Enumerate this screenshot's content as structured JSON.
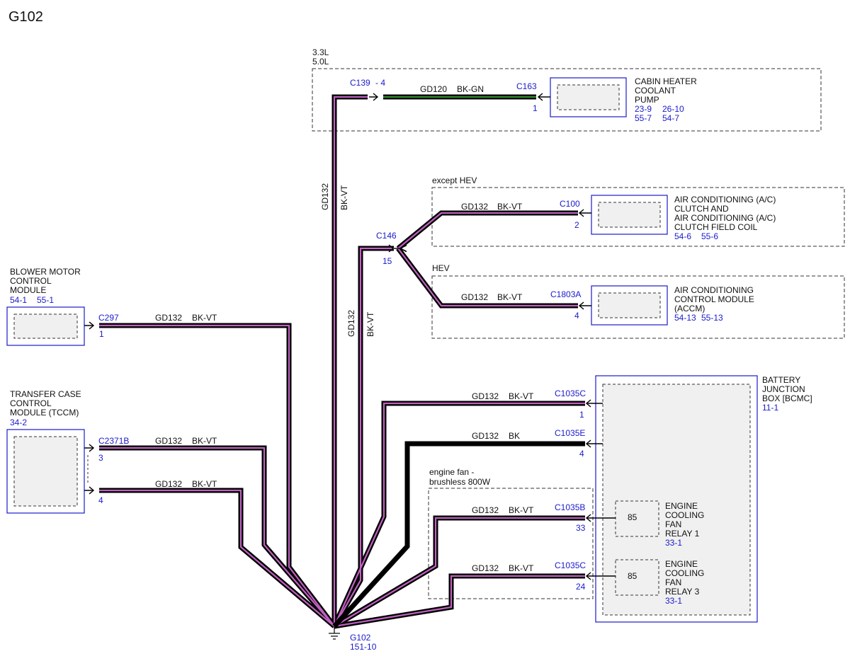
{
  "page": {
    "title": "G102"
  },
  "colors": {
    "wire_bk_vt_outer": "#000000",
    "wire_bk_vt_inner": "#c060c0",
    "wire_bk_gn_inner": "#2f8f2f",
    "connector_text": "#1a1acc",
    "module_box": "#1a1acc",
    "module_fill": "#f0f0f0"
  },
  "variant_33": {
    "line1": "3.3L",
    "line2": "5.0L"
  },
  "pump": {
    "name_lines": [
      "CABIN HEATER",
      "COOLANT",
      "PUMP"
    ],
    "refs": [
      "23-9",
      "26-10",
      "55-7",
      "54-7"
    ],
    "connector": "C163",
    "pin": "1"
  },
  "c139": {
    "connector": "C139",
    "pin": "- 4"
  },
  "wire_pump": {
    "circuit": "GD120",
    "color": "BK-GN"
  },
  "vert_main": {
    "circuit": "GD132",
    "color": "BK-VT"
  },
  "vert_c146": {
    "circuit": "GD132",
    "color": "BK-VT"
  },
  "c146": {
    "connector": "C146",
    "pin": "15"
  },
  "except_hev": {
    "label": "except HEV",
    "circuit": "GD132",
    "color": "BK-VT",
    "connector": "C100",
    "pin": "2",
    "name_lines": [
      "AIR CONDITIONING (A/C)",
      "CLUTCH AND",
      "AIR CONDITIONING (A/C)",
      "CLUTCH FIELD COIL"
    ],
    "refs": [
      "54-6",
      "55-6"
    ]
  },
  "hev": {
    "label": "HEV",
    "circuit": "GD132",
    "color": "BK-VT",
    "connector": "C1803A",
    "pin": "4",
    "name_lines": [
      "AIR CONDITIONING",
      "CONTROL MODULE",
      "(ACCM)"
    ],
    "refs": [
      "54-13",
      "55-13"
    ]
  },
  "blower": {
    "name_lines": [
      "BLOWER MOTOR",
      "CONTROL",
      "MODULE"
    ],
    "refs": [
      "54-1",
      "55-1"
    ],
    "connector": "C297",
    "pin": "1",
    "circuit": "GD132",
    "color": "BK-VT"
  },
  "tccm": {
    "name_lines": [
      "TRANSFER CASE",
      "CONTROL",
      "MODULE (TCCM)"
    ],
    "refs": [
      "34-2"
    ],
    "connector": "C2371B",
    "pins": [
      "3",
      "4"
    ],
    "wires": [
      {
        "circuit": "GD132",
        "color": "BK-VT"
      },
      {
        "circuit": "GD132",
        "color": "BK-VT"
      }
    ]
  },
  "bjb": {
    "name_lines": [
      "BATTERY",
      "JUNCTION",
      "BOX [BCMC]"
    ],
    "ref": "11-1",
    "wires": [
      {
        "circuit": "GD132",
        "color": "BK-VT",
        "connector": "C1035C",
        "pin": "1"
      },
      {
        "circuit": "GD132",
        "color": "BK",
        "connector": "C1035E",
        "pin": "4"
      },
      {
        "circuit": "GD132",
        "color": "BK-VT",
        "connector": "C1035B",
        "pin": "33"
      },
      {
        "circuit": "GD132",
        "color": "BK-VT",
        "connector": "C1035C",
        "pin": "24"
      }
    ],
    "relay1": {
      "pin": "85",
      "name_lines": [
        "ENGINE",
        "COOLING",
        "FAN",
        "RELAY 1"
      ],
      "ref": "33-1"
    },
    "relay3": {
      "pin": "85",
      "name_lines": [
        "ENGINE",
        "COOLING",
        "FAN",
        "RELAY 3"
      ],
      "ref": "33-1"
    }
  },
  "engine_fan": {
    "label_lines": [
      "engine fan -",
      "brushless 800W"
    ]
  },
  "ground": {
    "name": "G102",
    "ref": "151-10"
  }
}
